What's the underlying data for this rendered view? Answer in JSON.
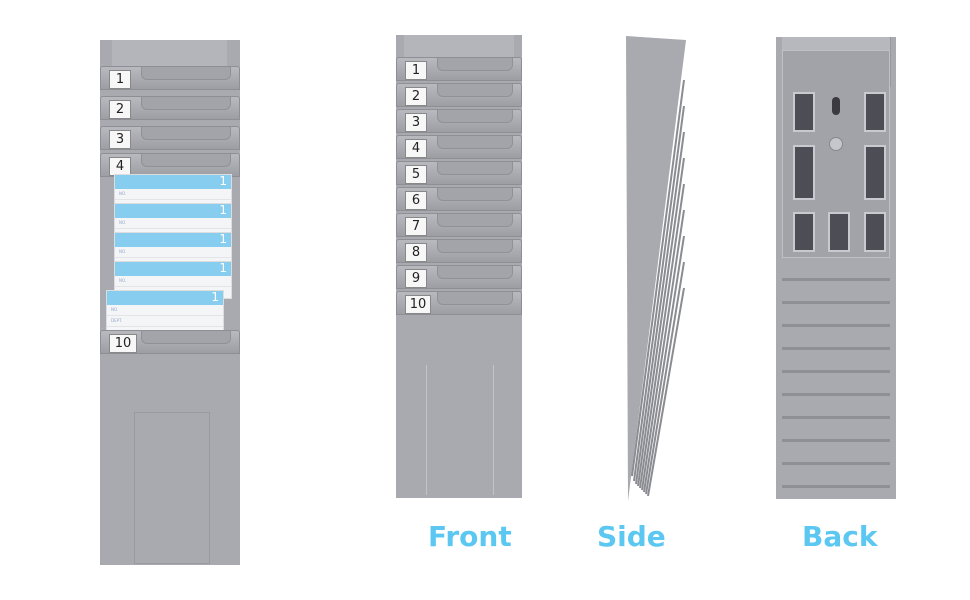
{
  "views": {
    "front_label": "Front",
    "side_label": "Side",
    "back_label": "Back"
  },
  "loaded_rack": {
    "slot_numbers": [
      "1",
      "2",
      "3",
      "4",
      "10"
    ],
    "card_number": "1",
    "card_fields": {
      "no": "NO.",
      "name": "NAME",
      "dept": "DEPT."
    }
  },
  "front_rack": {
    "slot_numbers": [
      "1",
      "2",
      "3",
      "4",
      "5",
      "6",
      "7",
      "8",
      "9",
      "10"
    ]
  },
  "colors": {
    "caption": "#5cc8f2",
    "rack_gray": "#a9aab0",
    "card_band": "#86cdf0"
  }
}
